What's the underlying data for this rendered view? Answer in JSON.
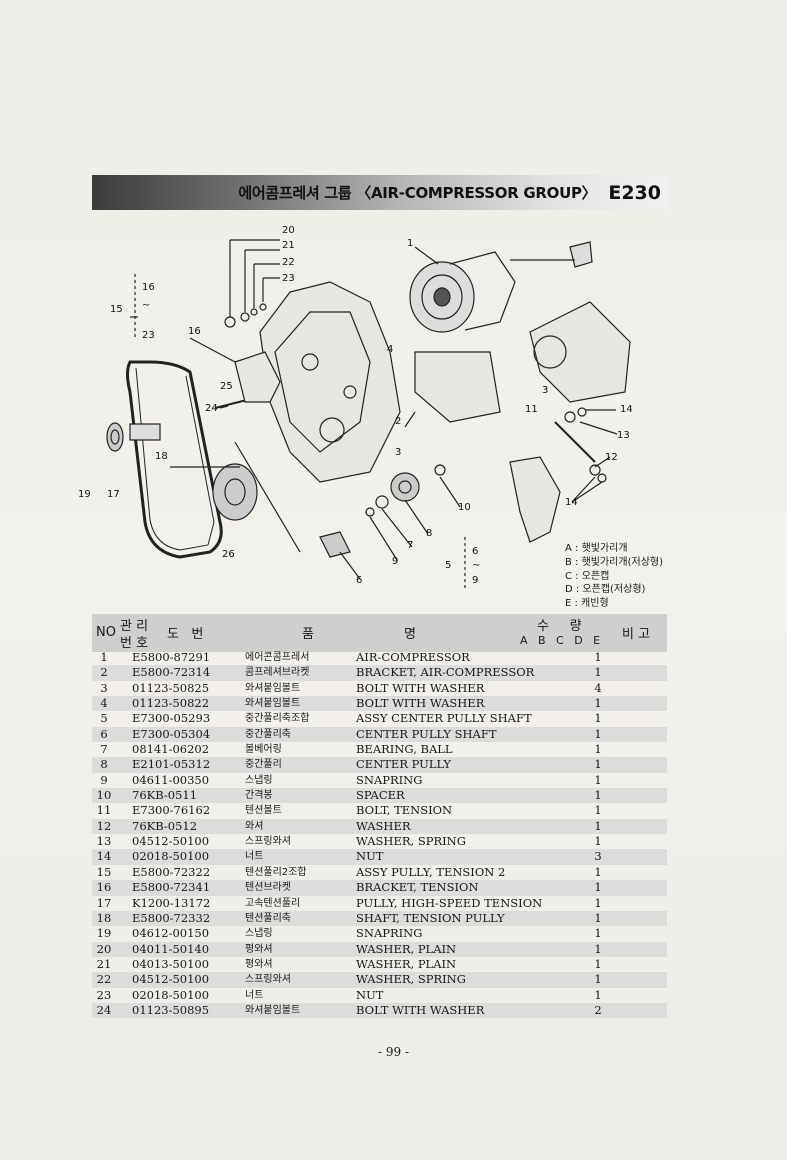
{
  "header": {
    "title": "에어콤프레셔 그룹 〈AIR-COMPRESSOR GROUP〉",
    "code": "E230"
  },
  "diagram": {
    "callouts": [
      "1",
      "2",
      "3",
      "4",
      "5",
      "6",
      "7",
      "8",
      "9",
      "10",
      "11",
      "12",
      "13",
      "14",
      "15",
      "16",
      "17",
      "18",
      "19",
      "20",
      "21",
      "22",
      "23",
      "24",
      "25",
      "26"
    ],
    "range_labels": {
      "left_top": "16",
      "left_mid": "~",
      "left_bottom": "23",
      "left_group": "15",
      "bottom_top": "6",
      "bottom_mid": "~",
      "bottom_bottom": "9",
      "bottom_group": "5"
    }
  },
  "legend": [
    "A : 햇빛가리개",
    "B : 햇빛가리개(저상형)",
    "C : 오픈캡",
    "D : 오픈캡(저상형)",
    "E : 캐빈형"
  ],
  "table": {
    "headers": {
      "no": "NO",
      "mgmt_line1": "관 리",
      "mgmt_line2": "번 호",
      "drawing": "도   번",
      "item_part1": "품",
      "item_part2": "명",
      "qty": "수     량",
      "qty_cols": "A   B   C   D   E",
      "remark": "비 고"
    },
    "rows": [
      {
        "no": "1",
        "part": "E5800-87291",
        "kor": "에어콘콤프레서",
        "name": "AIR-COMPRESSOR",
        "qty": "1"
      },
      {
        "no": "2",
        "part": "E5800-72314",
        "kor": "콤프레셔브라켓",
        "name": "BRACKET, AIR-COMPRESSOR",
        "qty": "1"
      },
      {
        "no": "3",
        "part": "01123-50825",
        "kor": "와셔붙임볼트",
        "name": "BOLT WITH WASHER",
        "qty": "4"
      },
      {
        "no": "4",
        "part": "01123-50822",
        "kor": "와셔붙임볼트",
        "name": "BOLT WITH WASHER",
        "qty": "1"
      },
      {
        "no": "5",
        "part": "E7300-05293",
        "kor": "중간풀리축조합",
        "name": "ASSY CENTER PULLY SHAFT",
        "qty": "1"
      },
      {
        "no": "6",
        "part": "E7300-05304",
        "kor": "중간풀리축",
        "name": "CENTER PULLY SHAFT",
        "qty": "1"
      },
      {
        "no": "7",
        "part": "08141-06202",
        "kor": "볼베어링",
        "name": "BEARING, BALL",
        "qty": "1"
      },
      {
        "no": "8",
        "part": "E2101-05312",
        "kor": "중간풀리",
        "name": "CENTER PULLY",
        "qty": "1"
      },
      {
        "no": "9",
        "part": "04611-00350",
        "kor": "스냅링",
        "name": "SNAPRING",
        "qty": "1"
      },
      {
        "no": "10",
        "part": "76KB-0511",
        "kor": "간격봉",
        "name": "SPACER",
        "qty": "1"
      },
      {
        "no": "11",
        "part": "E7300-76162",
        "kor": "텐션볼트",
        "name": "BOLT, TENSION",
        "qty": "1"
      },
      {
        "no": "12",
        "part": "76KB-0512",
        "kor": "와셔",
        "name": "WASHER",
        "qty": "1"
      },
      {
        "no": "13",
        "part": "04512-50100",
        "kor": "스프링와셔",
        "name": "WASHER, SPRING",
        "qty": "1"
      },
      {
        "no": "14",
        "part": "02018-50100",
        "kor": "너트",
        "name": "NUT",
        "qty": "3"
      },
      {
        "no": "15",
        "part": "E5800-72322",
        "kor": "텐션풀리2조합",
        "name": "ASSY PULLY, TENSION 2",
        "qty": "1"
      },
      {
        "no": "16",
        "part": "E5800-72341",
        "kor": "텐션브라켓",
        "name": "BRACKET, TENSION",
        "qty": "1"
      },
      {
        "no": "17",
        "part": "K1200-13172",
        "kor": "고속텐션풀리",
        "name": "PULLY, HIGH-SPEED TENSION",
        "qty": "1"
      },
      {
        "no": "18",
        "part": "E5800-72332",
        "kor": "텐션풀리축",
        "name": "SHAFT, TENSION PULLY",
        "qty": "1"
      },
      {
        "no": "19",
        "part": "04612-00150",
        "kor": "스냅링",
        "name": "SNAPRING",
        "qty": "1"
      },
      {
        "no": "20",
        "part": "04011-50140",
        "kor": "평와셔",
        "name": "WASHER, PLAIN",
        "qty": "1"
      },
      {
        "no": "21",
        "part": "04013-50100",
        "kor": "평와셔",
        "name": "WASHER, PLAIN",
        "qty": "1"
      },
      {
        "no": "22",
        "part": "04512-50100",
        "kor": "스프링와셔",
        "name": "WASHER, SPRING",
        "qty": "1"
      },
      {
        "no": "23",
        "part": "02018-50100",
        "kor": "너트",
        "name": "NUT",
        "qty": "1"
      },
      {
        "no": "24",
        "part": "01123-50895",
        "kor": "와셔붙임볼트",
        "name": "BOLT WITH WASHER",
        "qty": "2"
      }
    ]
  },
  "footer": {
    "page": "- 99 -"
  }
}
